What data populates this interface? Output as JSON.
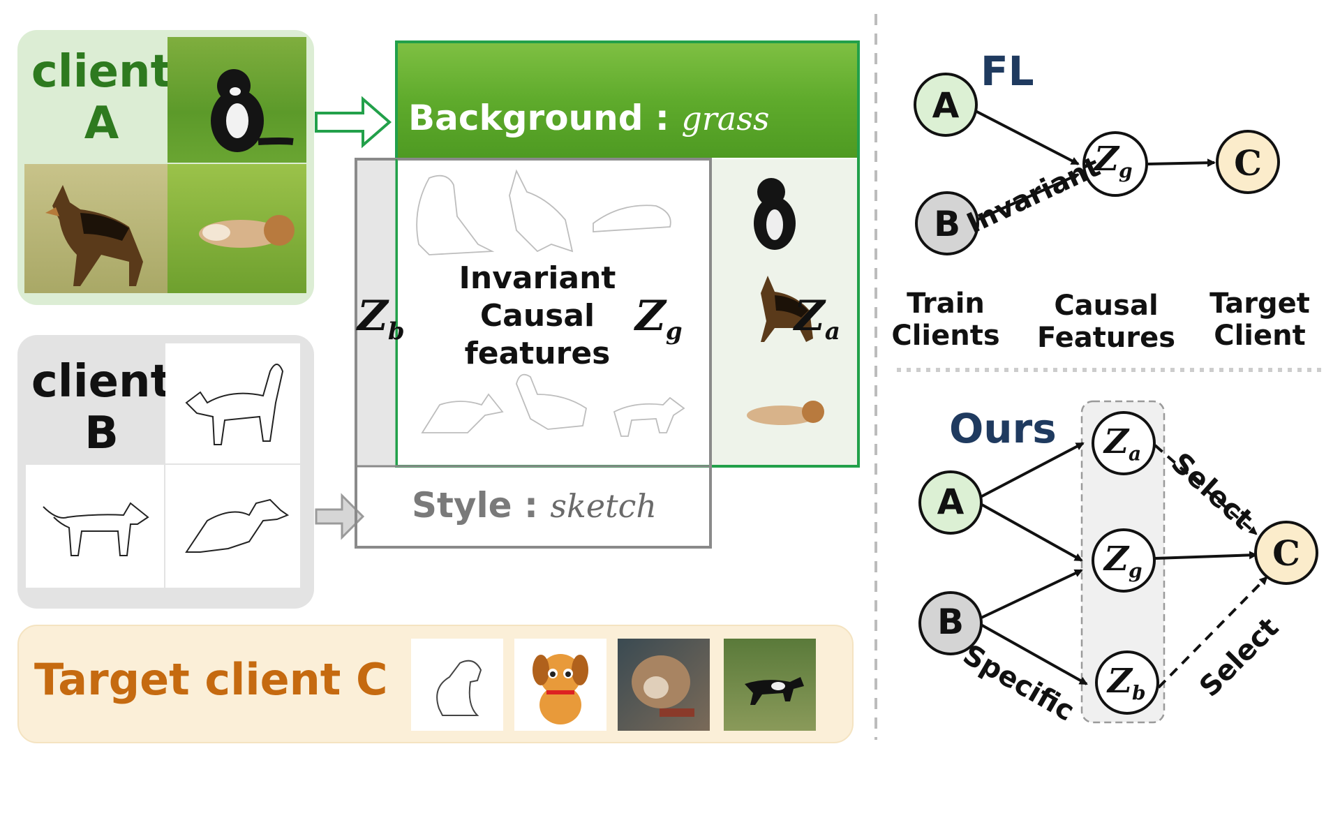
{
  "clients": {
    "a": {
      "label_line1": "client",
      "label_line2": "A"
    },
    "b": {
      "label_line1": "client",
      "label_line2": "B"
    },
    "c": {
      "label": "Target client C"
    }
  },
  "center": {
    "background_label": "Background :",
    "background_value": "grass",
    "style_label": "Style :",
    "style_value": "sketch",
    "invariant_line1": "Invariant",
    "invariant_line2": "Causal",
    "invariant_line3": "features",
    "zb": "Z",
    "zb_sub": "b",
    "zg": "Z",
    "zg_sub": "g",
    "za": "Z",
    "za_sub": "a"
  },
  "fl": {
    "title": "FL",
    "node_a": "A",
    "node_b": "B",
    "node_c": "C",
    "node_zg": "Z",
    "node_zg_sub": "g",
    "edge_label": "Invariant",
    "col1_line1": "Train",
    "col1_line2": "Clients",
    "col2_line1": "Causal",
    "col2_line2": "Features",
    "col3_line1": "Target",
    "col3_line2": "Client"
  },
  "ours": {
    "title": "Ours",
    "node_a": "A",
    "node_b": "B",
    "node_c": "C",
    "node_za": "Z",
    "node_za_sub": "a",
    "node_zg": "Z",
    "node_zg_sub": "g",
    "node_zb": "Z",
    "node_zb_sub": "b",
    "edge_specific": "Specific",
    "edge_select_top": "Select",
    "edge_select_bottom": "Select"
  },
  "colors": {
    "green_accent": "#2e7a1f",
    "green_box": "#22a04a",
    "target_orange": "#c56a10",
    "node_green": "#dcf0d4",
    "node_gray": "#d4d4d4",
    "node_yellow": "#fbeccb",
    "title_navy": "#1f3a5f"
  }
}
